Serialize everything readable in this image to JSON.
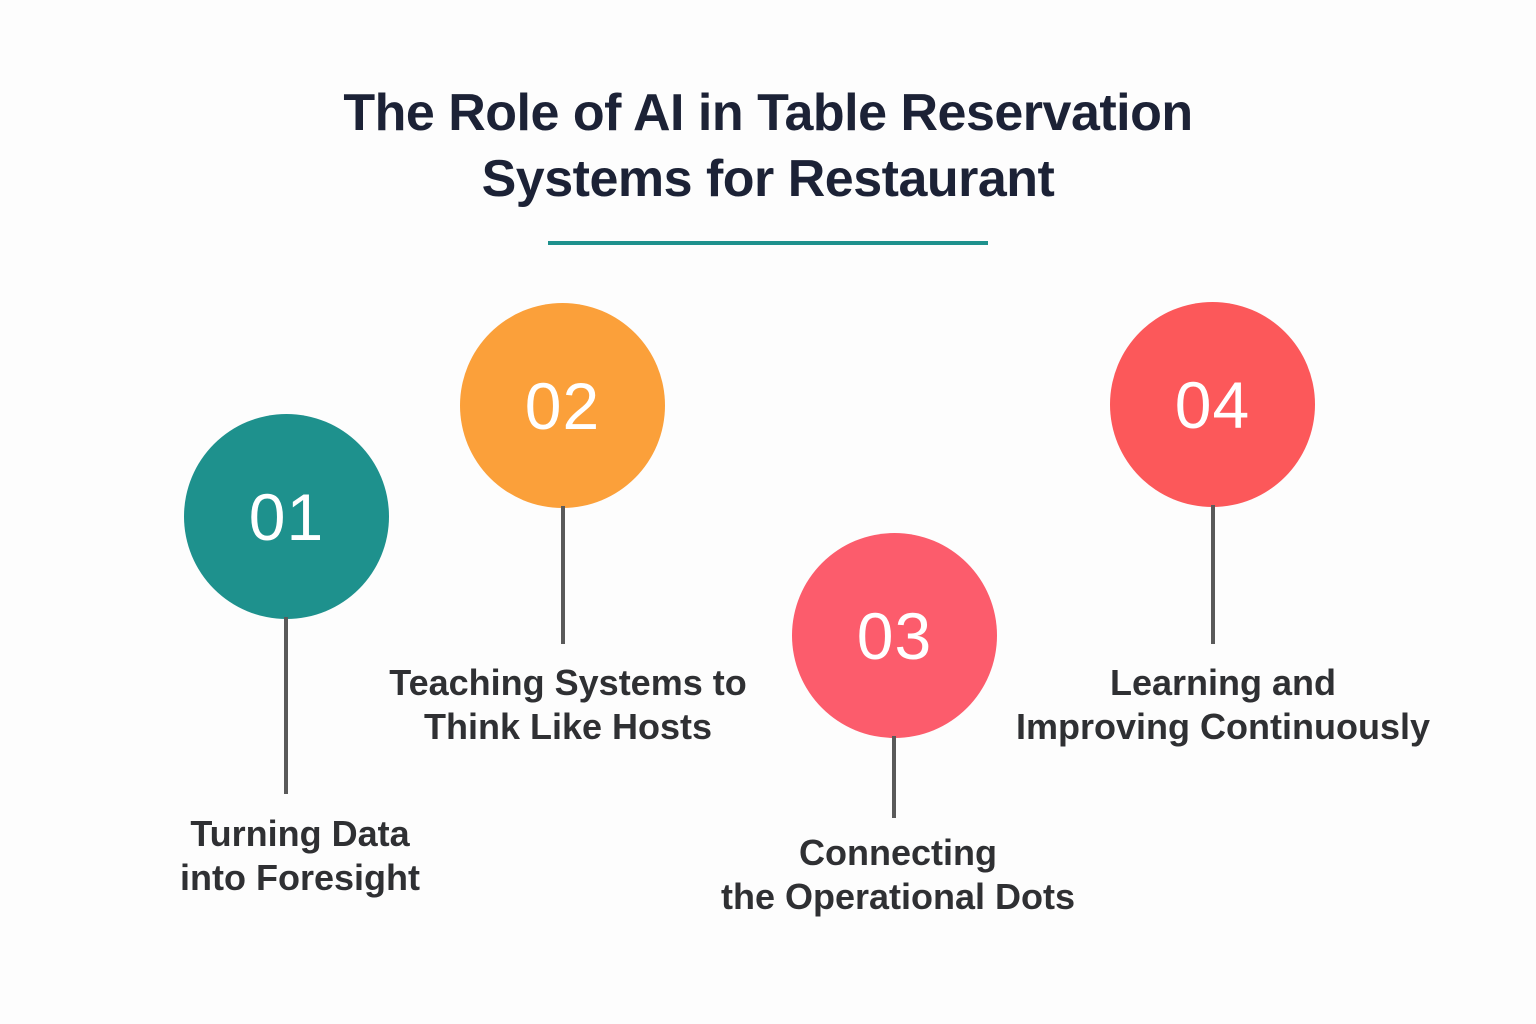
{
  "title": {
    "line1": "The Role of AI in Table Reservation",
    "line2": "Systems for Restaurant"
  },
  "colors": {
    "title": "#1c2236",
    "divider": "#1e918d",
    "stem": "#5a5a5a",
    "label": "#2f3033"
  },
  "steps": [
    {
      "number": "01",
      "color": "#1e918d",
      "label_line1": "Turning Data",
      "label_line2": "into Foresight"
    },
    {
      "number": "02",
      "color": "#fba03a",
      "label_line1": "Teaching Systems to",
      "label_line2": "Think Like Hosts"
    },
    {
      "number": "03",
      "color": "#fc5c6c",
      "label_line1": "Connecting",
      "label_line2": "the Operational Dots"
    },
    {
      "number": "04",
      "color": "#fc585a",
      "label_line1": "Learning and",
      "label_line2": "Improving Continuously"
    }
  ]
}
